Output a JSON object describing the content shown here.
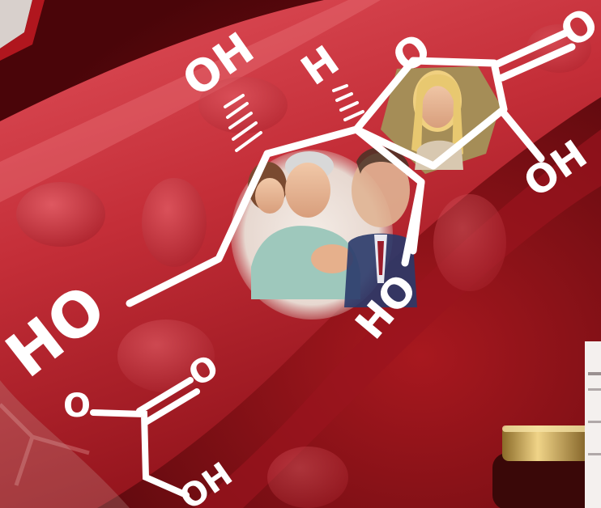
{
  "scene": {
    "colors": {
      "background": "#6a0a12",
      "vessel": "#c8323c",
      "vessel_highlight": "#e86a70",
      "vessel_shadow": "#8a1018",
      "molecule": "#ffffff",
      "bottle_cap": "#c9a24a",
      "bottle_glass": "#3a0808"
    },
    "molecule_labels": {
      "hydroxyl_top": "OH",
      "hydrogen_top": "H",
      "oxygen_ring": "O",
      "oxygen_carbonyl": "O",
      "hydroxyl_right": "OH",
      "hydroxyl_lower": "HO",
      "hydroxyl_left": "HO"
    },
    "acid_labels": {
      "oxygen_left": "O",
      "oxygen_top": "O",
      "hydroxyl": "OH"
    }
  }
}
